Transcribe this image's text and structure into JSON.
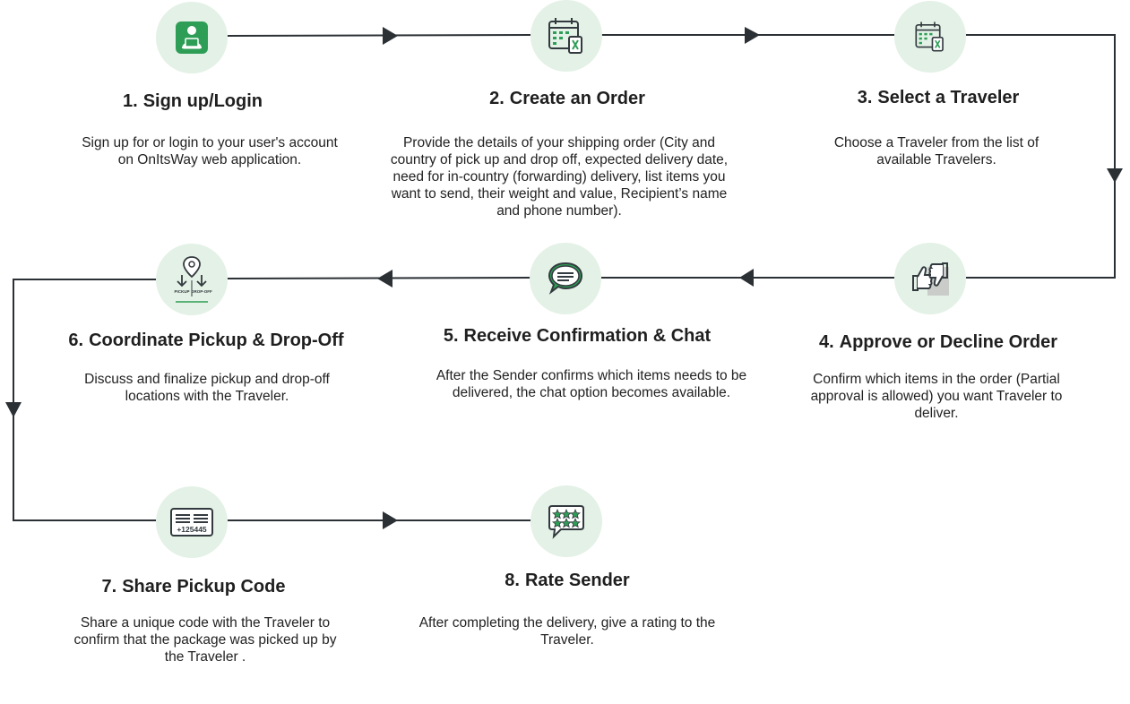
{
  "steps": [
    {
      "number": "1.",
      "title": "Sign up/Login",
      "description": "Sign up for or login to your user's account on OnItsWay web application.",
      "icon": "user-laptop-icon"
    },
    {
      "number": "2.",
      "title": "Create an Order",
      "description": "Provide the details of your shipping order (City and country of pick up and drop off, expected delivery date, need for in-country (forwarding) delivery, list items you want to send, their weight and value, Recipient’s name and phone number).",
      "icon": "calendar-luggage-icon"
    },
    {
      "number": "3.",
      "title": "Select a Traveler",
      "description": "Choose a Traveler from the list of available Travelers.",
      "icon": "calendar-luggage-icon"
    },
    {
      "number": "4.",
      "title": "Approve or Decline Order",
      "description": "Confirm which items in the order (Partial approval is allowed) you want Traveler to deliver.",
      "icon": "thumbs-up-down-icon"
    },
    {
      "number": "5.",
      "title": "Receive Confirmation & Chat",
      "description": "After the Sender confirms which items needs to be delivered, the chat option becomes available.",
      "icon": "chat-bubble-icon"
    },
    {
      "number": "6.",
      "title": "Coordinate Pickup & Drop-Off",
      "description": "Discuss and finalize pickup and drop-off locations with the Traveler.",
      "icon": "pickup-dropoff-icon",
      "icon_text": [
        "PICKUP",
        "DROP-OFF"
      ]
    },
    {
      "number": "7.",
      "title": "Share Pickup Code",
      "description": "Share a unique code with the Traveler to confirm that the package was picked up by the Traveler .",
      "icon": "pickup-code-icon",
      "icon_text": "+125445"
    },
    {
      "number": "8.",
      "title": "Rate Sender",
      "description": "After completing the delivery, give a rating to the Traveler.",
      "icon": "rating-stars-icon"
    }
  ],
  "colors": {
    "line": "#2b3035",
    "icon_bg": "#e3f1e6",
    "icon_green": "#2e9e56",
    "icon_dark": "#333a3f"
  }
}
